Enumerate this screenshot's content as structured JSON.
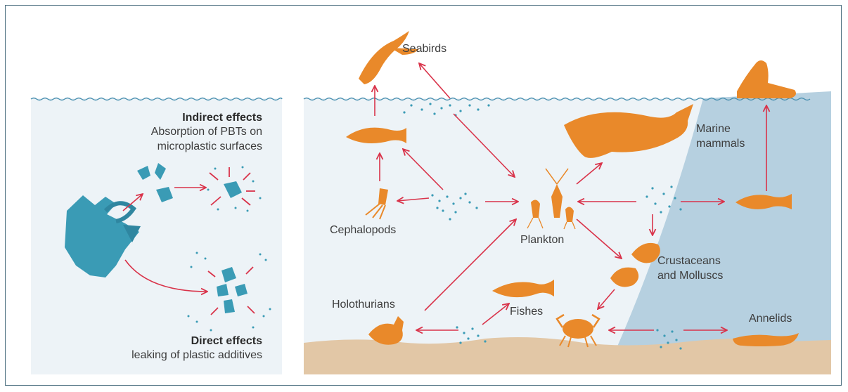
{
  "left_panel": {
    "indirect": {
      "title": "Indirect effects",
      "line1": "Absorption of PBTs on",
      "line2": "microplastic surfaces"
    },
    "direct": {
      "title": "Direct effects",
      "line1": "leaking of plastic additives"
    }
  },
  "ocean": {
    "labels": {
      "seabirds": "Seabirds",
      "cephalopods": "Cephalopods",
      "plankton": "Plankton",
      "marine_mammals_1": "Marine",
      "marine_mammals_2": "mammals",
      "crustaceans_1": "Crustaceans",
      "crustaceans_2": "and Molluscs",
      "holothurians": "Holothurians",
      "fishes": "Fishes",
      "annelids": "Annelids"
    }
  },
  "colors": {
    "animal": "#e9892a",
    "plastic": "#3a9bb5",
    "arrow": "#d9334a",
    "water": "#edf3f7",
    "deep_water": "#b6d0e0",
    "sand": "#e2c7a6",
    "wave": "#4a90b0"
  }
}
